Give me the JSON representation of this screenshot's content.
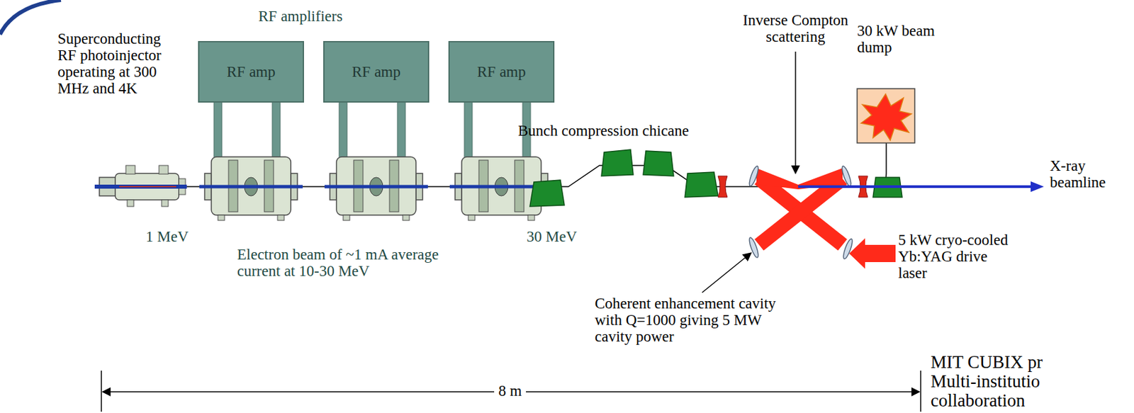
{
  "diagram": {
    "nodes": [
      {
        "text": [
          "RF amplifiers",
          "1 MeV",
          "30 MeV",
          "Electron beam of ~1 mA average current at 10-30 MeV"
        ]
      },
      {
        "text": [
          "RF amp"
        ],
        "in": 0
      },
      {
        "text": [
          "RF amp"
        ],
        "in": 0
      },
      {
        "text": [
          "RF amp"
        ],
        "in": 0
      }
    ],
    "labels": [
      "Superconducting RF photoinjector operating at 300 MHz and 4K",
      "Bunch compression chicane",
      "Inverse Compton scattering",
      "30 kW beam dump",
      "X-ray beamline",
      "5 kW cryo-cooled Yb:YAG drive laser",
      "Coherent enhancement cavity with Q=1000 giving 5 MW cavity power",
      "8 m",
      "MIT CUBIX pr",
      "Multi-institutio",
      "collaboration"
    ]
  }
}
